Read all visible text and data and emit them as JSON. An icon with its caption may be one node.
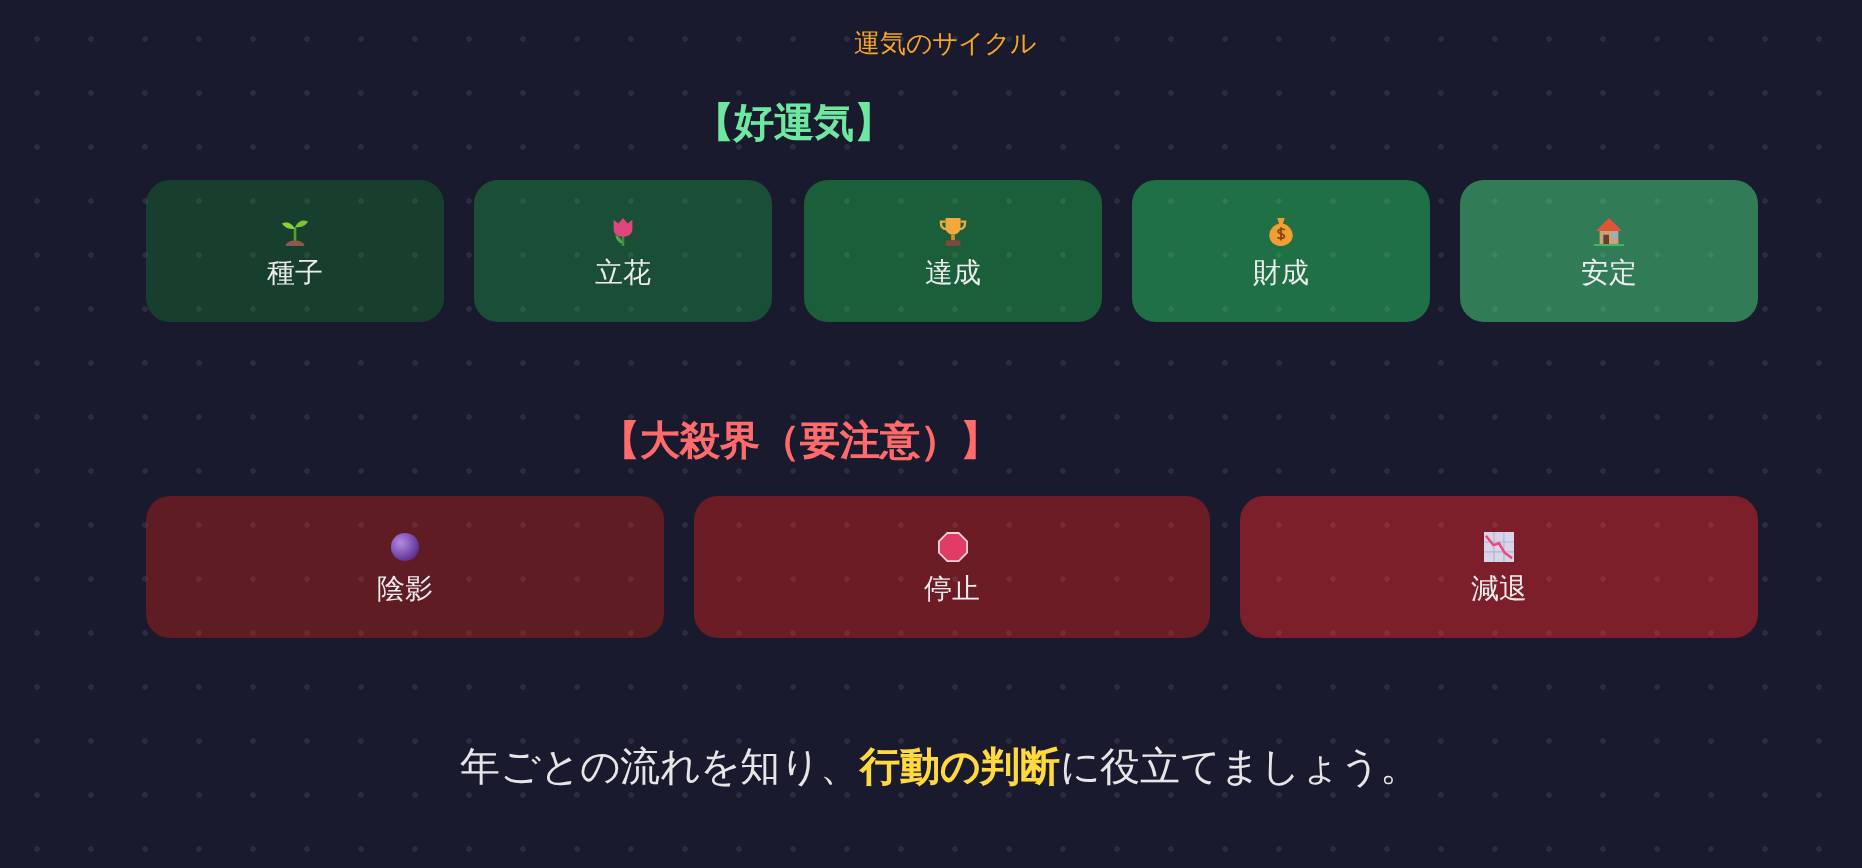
{
  "diagram": {
    "title": "運気のサイクル",
    "caption": "年ごとの流れを知り、**行動の判断**に役立てましょう。",
    "nodes": [
      {
        "text": [
          "種子"
        ]
      },
      {
        "text": [
          "立花"
        ]
      },
      {
        "text": [
          "達成"
        ]
      },
      {
        "text": [
          "財成"
        ]
      },
      {
        "text": [
          "安定"
        ]
      },
      {
        "text": [
          "陰影"
        ]
      },
      {
        "text": [
          "停止"
        ]
      },
      {
        "text": [
          "減退"
        ]
      }
    ],
    "labels": [
      "【好運気】",
      "【大殺界（要注意）】"
    ]
  }
}
